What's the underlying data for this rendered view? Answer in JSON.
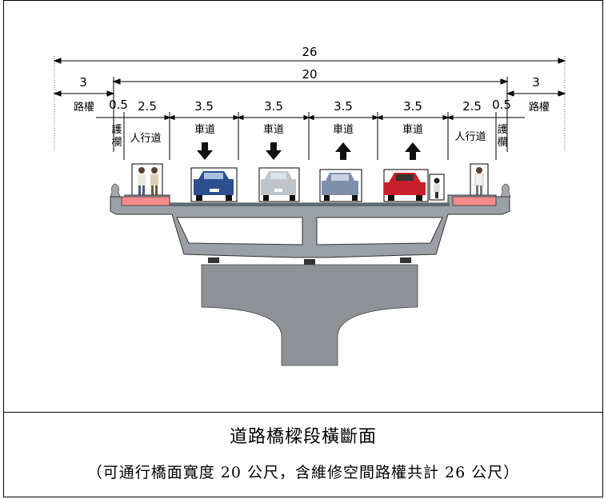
{
  "diagram": {
    "total_width_label": "26",
    "deck_width_label": "20",
    "row_label": "路權",
    "row_width": "3",
    "guardrail_width": "0.5",
    "sidewalk_width": "2.5",
    "lane_width": "3.5",
    "guardrail_label_line1": "護",
    "guardrail_label_line2": "欄",
    "sidewalk_label": "人行道",
    "lane_label": "車道",
    "lanes": [
      {
        "direction": "down",
        "car_color": "#2b4f8f"
      },
      {
        "direction": "down",
        "car_color": "#bfc4c8"
      },
      {
        "direction": "up",
        "car_color": "#7d8ea8"
      },
      {
        "direction": "up",
        "car_color": "#c8202a"
      }
    ],
    "colors": {
      "sidewalk": "#f48b8b",
      "deck": "#9aa0a6",
      "pier": "#8e9297"
    }
  },
  "caption": {
    "title": "道路橋樑段橫斷面",
    "subtitle": "（可通行橋面寬度 20 公尺，含維修空間路權共計 26 公尺）"
  }
}
